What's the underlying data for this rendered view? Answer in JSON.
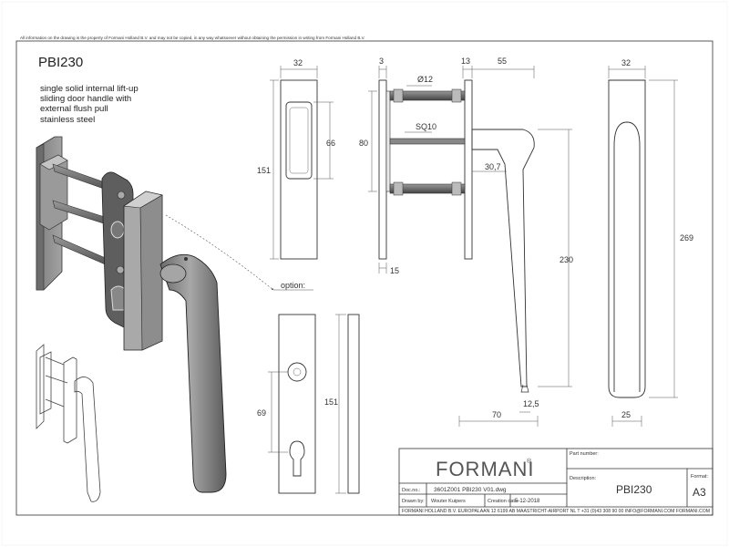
{
  "sheet": {
    "disclaimer": "All information on the drawing is the property of Formani Holland B.V. and may not be copied, in any way whatsoever without obtaining the permission in writing from Formani Holland B.V.",
    "model": "PBI230",
    "description_lines": [
      "single solid internal lift-up",
      "sliding door handle with",
      "external flush pull",
      "stainless steel"
    ],
    "option_label": "option:"
  },
  "dimensions": {
    "flush_width": "32",
    "flush_height": "151",
    "recess_height": "66",
    "side_80": "80",
    "side_3": "3",
    "side_15": "15",
    "diameter": "Ø12",
    "square": "SQ10",
    "side_13": "13",
    "side_55": "55",
    "side_30_7": "30,7",
    "handle_230": "230",
    "handle_12_5": "12,5",
    "handle_70": "70",
    "front_32": "32",
    "front_269": "269",
    "front_25": "25",
    "option_69": "69",
    "option_151": "151"
  },
  "title_block": {
    "brand": "FORMANI",
    "registered": "®",
    "part_number_label": "Part number:",
    "description_label": "Description:",
    "description_value": "PBI230",
    "format_label": "Format:",
    "format_value": "A3",
    "doc_no_label": "Doc.no.:",
    "doc_no_value": "3601Z001 PBI230 V01.dwg",
    "drawn_by_label": "Drawn by:",
    "drawn_by_value": "Wouter Kuipers",
    "creation_date_label": "Creation date:",
    "creation_date_value": "5-12-2018",
    "footer": "FORMANI HOLLAND B.V.  EUROPALAAN 12  6199 AB MAASTRICHT-AIRPORT NL  T +31 (0)43 308 90 00 INFO@FORMANI.COM FORMANI.COM"
  },
  "colors": {
    "line": "#333333",
    "dim_line": "#555555",
    "render_dark": "#5a5a5a",
    "render_mid": "#8a8a8a",
    "render_light": "#c8c8c8"
  }
}
